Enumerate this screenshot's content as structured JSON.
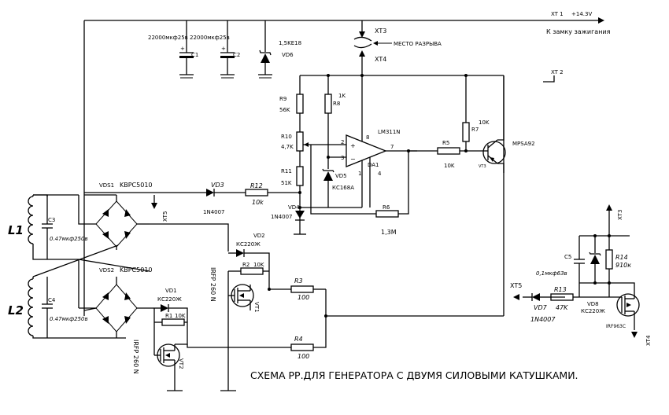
{
  "caption": "СХЕМА РР.ДЛЯ ГЕНЕРАТОРА С ДВУМЯ СИЛОВЫМИ КАТУШКАМИ.",
  "terminals": {
    "xt1": "XT 1",
    "xt1_voltage": "+14.3V",
    "ignition": "К замку зажигания",
    "xt2": "XT  2",
    "xt3": "XT3",
    "xt4": "XT4",
    "break_point": "МЕСТО РАЗРЫВА",
    "xt5": "XT5",
    "xt3_right": "XT3",
    "xt4_right": "XT4",
    "xt5_right": "XT5"
  },
  "capacitors": {
    "c1": "C1",
    "c1_value": "22000мкф25в",
    "c2": "C2",
    "c2_value": "22000мкф25в",
    "c3": "C3",
    "c3_value": "0.47мкф250в",
    "c4": "C4",
    "c4_value": "0.47мкф250в",
    "c5": "C5",
    "c5_value": "0,1мкф63в"
  },
  "resistors": {
    "r1": "R1",
    "r1_value": "10K",
    "r2": "R2",
    "r2_value": "10K",
    "r3": "R3",
    "r3_value": "100",
    "r4": "R4",
    "r4_value": "100",
    "r5": "R5",
    "r5_value": "10K",
    "r6": "R6",
    "r6_value": "1,3M",
    "r7": "R7",
    "r7_value": "10K",
    "r8": "R8",
    "r8_value": "1K",
    "r9": "R9",
    "r9_value": "56K",
    "r10": "R10",
    "r10_value": "4,7K",
    "r11": "R11",
    "r11_value": "51K",
    "r12": "R12",
    "r12_value": "10k",
    "r13": "R13",
    "r13_value": "47K",
    "r14": "R14",
    "r14_value": "910к"
  },
  "diodes": {
    "vd1": "VD1",
    "vd1_type": "КС220Ж",
    "vd2": "VD2",
    "vd2_type": "КС220Ж",
    "vd3": "VD3",
    "vd3_type": "1N4007",
    "vd4": "VD4",
    "vd4_type": "1N4007",
    "vd5": "VD5",
    "vd5_type": "КС168А",
    "vd6": "VD6",
    "vd6_type": "1,5KE18",
    "vd7": "VD7",
    "vd7_type": "1N4007",
    "vd8": "VD8",
    "vd8_type": "КС220Ж"
  },
  "bridges": {
    "vds1": "VDS1",
    "vds1_type": "KBPC5010",
    "vds2": "VDS2",
    "vds2_type": "KBPC5010"
  },
  "transistors": {
    "vt1": "VT1",
    "vt1_type": "IRFP 260 N",
    "vt2": "VT2",
    "vt2_type": "IRFP 260 N",
    "vt3": "VT3",
    "vt3_type": "MPSA92",
    "vt_right_type": "IRF963C"
  },
  "opamp": {
    "name": "LM311N",
    "ref": "DA1",
    "pin2": "2",
    "pin3": "3",
    "pin8": "8",
    "pin7": "7",
    "pin1": "1",
    "pin4": "4"
  },
  "coils": {
    "l1": "L1",
    "l2": "L2"
  }
}
